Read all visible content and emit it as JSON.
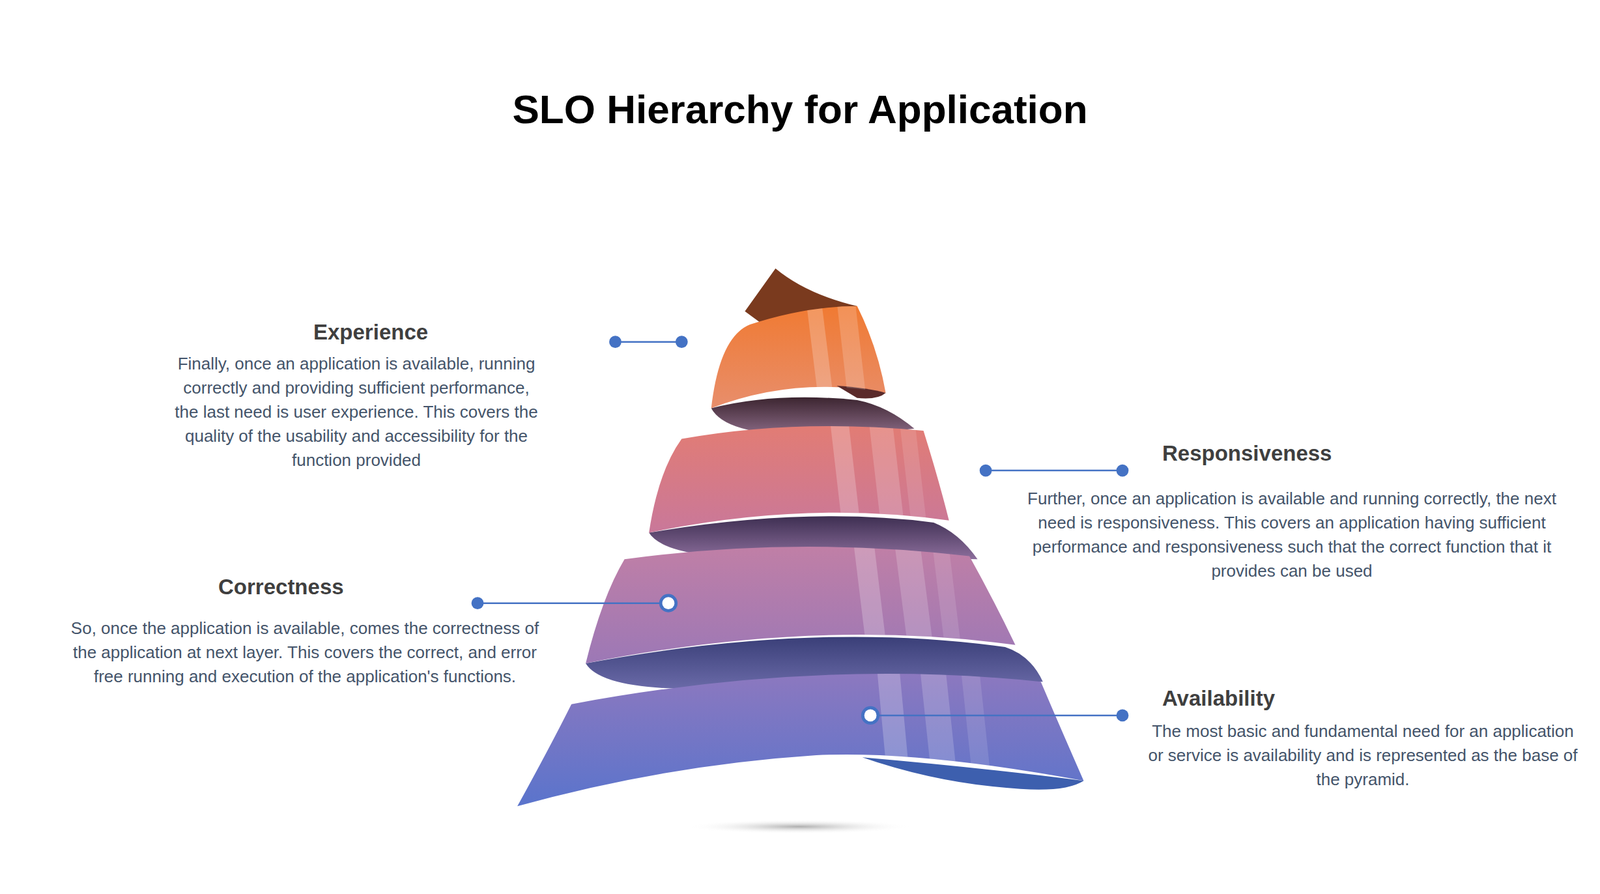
{
  "diagram": {
    "title": "SLO Hierarchy for Application",
    "nodes": [
      {
        "text": [
          "Experience",
          "Finally, once an application is available, running correctly and providing sufficient performance, the last need is user experience. This covers the quality of the usability and accessibility for the function provided"
        ]
      },
      {
        "text": [
          "Responsiveness",
          "Further, once an application is available and running correctly, the next need is responsiveness. This covers an application having sufficient performance and responsiveness such that the correct function that it provides can be used"
        ]
      },
      {
        "text": [
          "Correctness",
          "So, once the application is available, comes the correctness of the application at next layer. This covers the correct, and error free running and execution of the application's functions."
        ]
      },
      {
        "text": [
          "Availability",
          "The most basic and fundamental need for an application or service is availability and is represented as the base of the pyramid."
        ]
      }
    ]
  }
}
